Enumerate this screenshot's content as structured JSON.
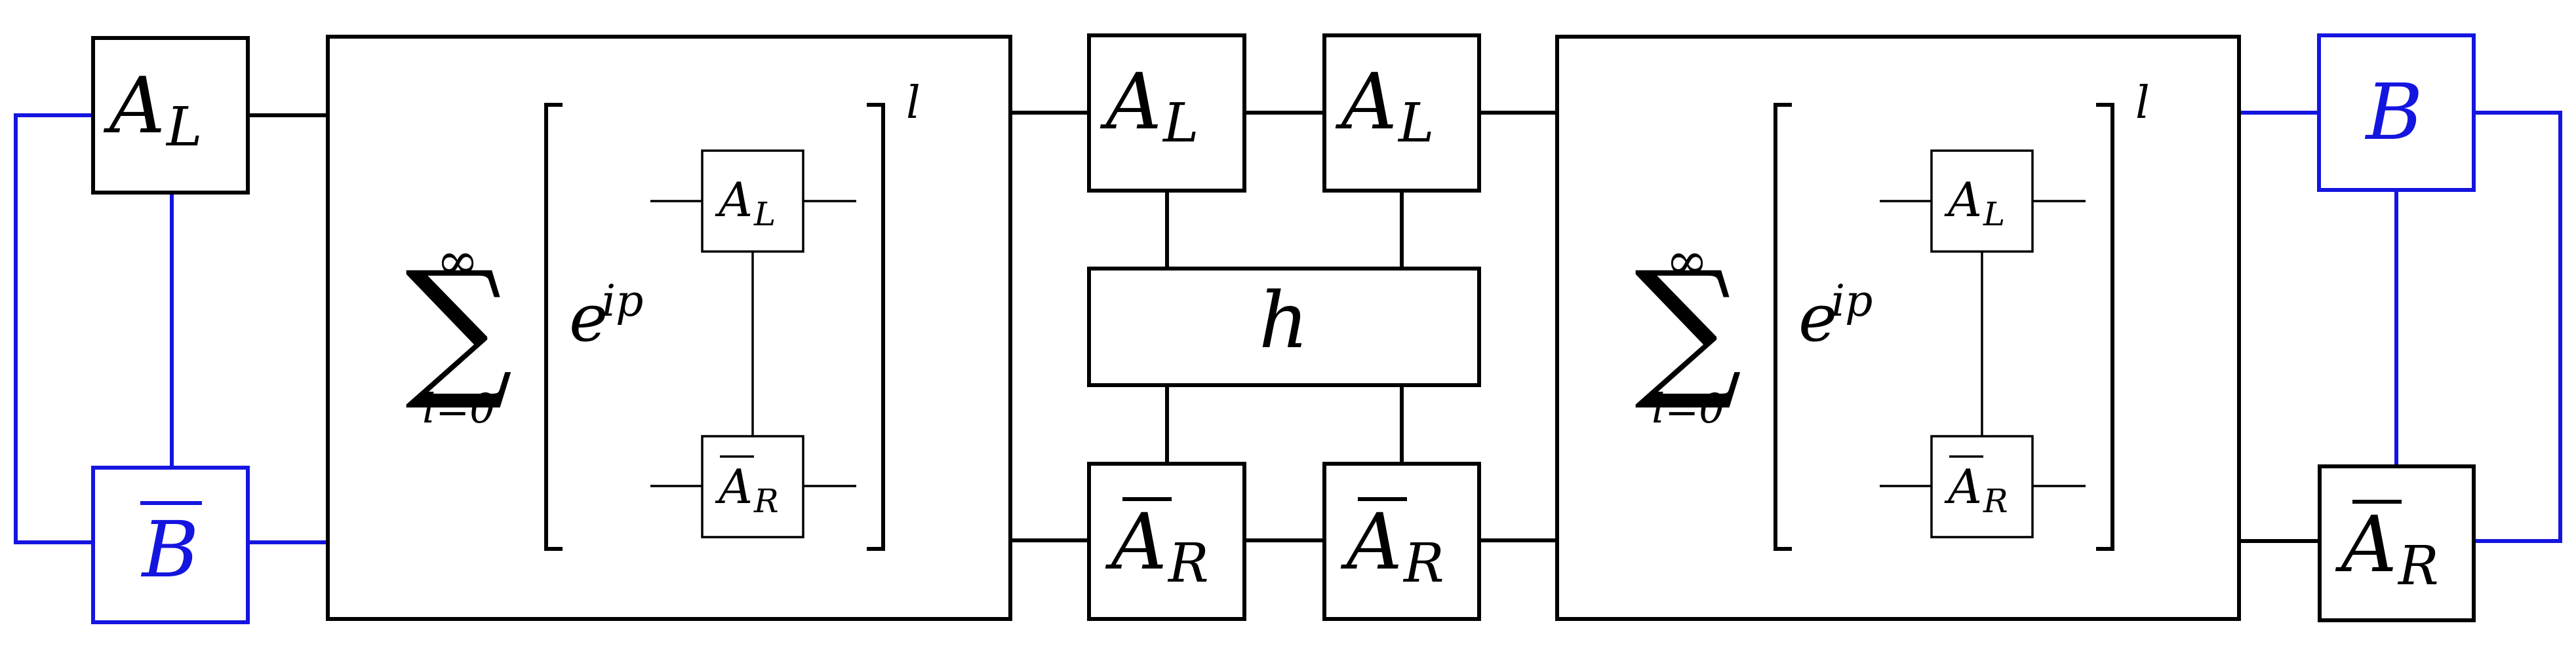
{
  "colors": {
    "black": "#000000",
    "blue": "#1515e0",
    "background": "#ffffff"
  },
  "tensors": {
    "a_l": {
      "base": "A",
      "sub": "L"
    },
    "a_r_bar": {
      "base": "A",
      "sub": "R",
      "overbar": true
    },
    "b": {
      "base": "B"
    },
    "b_bar": {
      "base": "B",
      "overbar": true
    },
    "h": {
      "base": "h"
    }
  },
  "sum": {
    "symbol": "∑",
    "upper": "∞",
    "lower": "l=0",
    "phase_base": "e",
    "phase_exponent": "ip",
    "power": "l"
  }
}
